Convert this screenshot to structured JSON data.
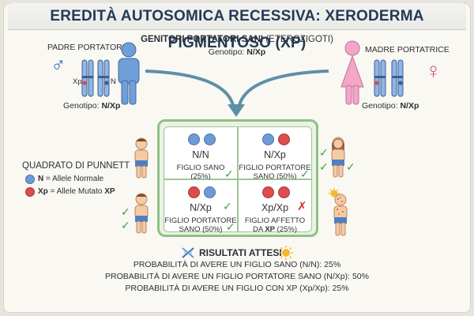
{
  "title": "EREDITÀ AUTOSOMICA RECESSIVA: XERODERMA PIGMENTOSO (XP)",
  "parents": {
    "heading_bold": "GENITORI PORTATORI SANI",
    "heading_rest": "(ETEROZIGOTI)",
    "genotype_prefix": "Genotipo:",
    "genotype_value": "N/Xp",
    "father": {
      "label": "PADRE PORTATORE",
      "symbol": "♂",
      "chrom_left": "Xp",
      "chrom_right": "N",
      "genotype_prefix": "Genotipo:",
      "genotype_value": "N/Xp"
    },
    "mother": {
      "label": "MADRE PORTATRICE",
      "symbol": "♀",
      "genotype_prefix": "Genotipo:",
      "genotype_value": "N/Xp"
    }
  },
  "legend": {
    "title": "QUADRATO DI PUNNETT",
    "normal_key": "N",
    "normal_text": "= Allele Normale",
    "mutant_key": "Xp",
    "mutant_text": "= Allele Mutato",
    "mutant_bold": "XP"
  },
  "punnett": {
    "cells": [
      {
        "genotype": "N/N",
        "line1": "FIGLIO SANO",
        "line2": "(25%)",
        "mark": "check"
      },
      {
        "genotype": "N/Xp",
        "line1": "FIGLIO PORTATORE",
        "line2": "SANO (50%)",
        "mark": "check"
      },
      {
        "genotype": "N/Xp",
        "line1": "FIGLIO PORTATORE",
        "line2": "SANO (50%)",
        "mark": "check"
      },
      {
        "genotype": "Xp/Xp",
        "line1": "FIGLIO AFFETTO",
        "line2_prefix": "DA",
        "line2_bold": "XP",
        "line2_suffix": "(25%)",
        "mark": "cross"
      }
    ]
  },
  "results": {
    "title": "RISULTATI ATTESI",
    "lines": [
      "PROBABILITÀ DI AVERE UN FIGLIO SANO (N/N): 25%",
      "PROBABILITÀ DI AVERE UN FIGLIO PORTATORE SANO (N/Xp): 50%",
      "PROBABILITÀ DI AVERE UN FIGLIO CON XP (Xp/Xp): 25%"
    ]
  },
  "colors": {
    "normal_allele": "#6f9ad6",
    "mutant_allele": "#dc4d4d",
    "male": "#2f6fc0",
    "female": "#d0568f",
    "punnett_border": "#8fc089",
    "check": "#3c9d3c"
  },
  "icons": {
    "check": "✓",
    "cross": "✗",
    "dna": "dna-icon",
    "sun": "sun-icon"
  }
}
